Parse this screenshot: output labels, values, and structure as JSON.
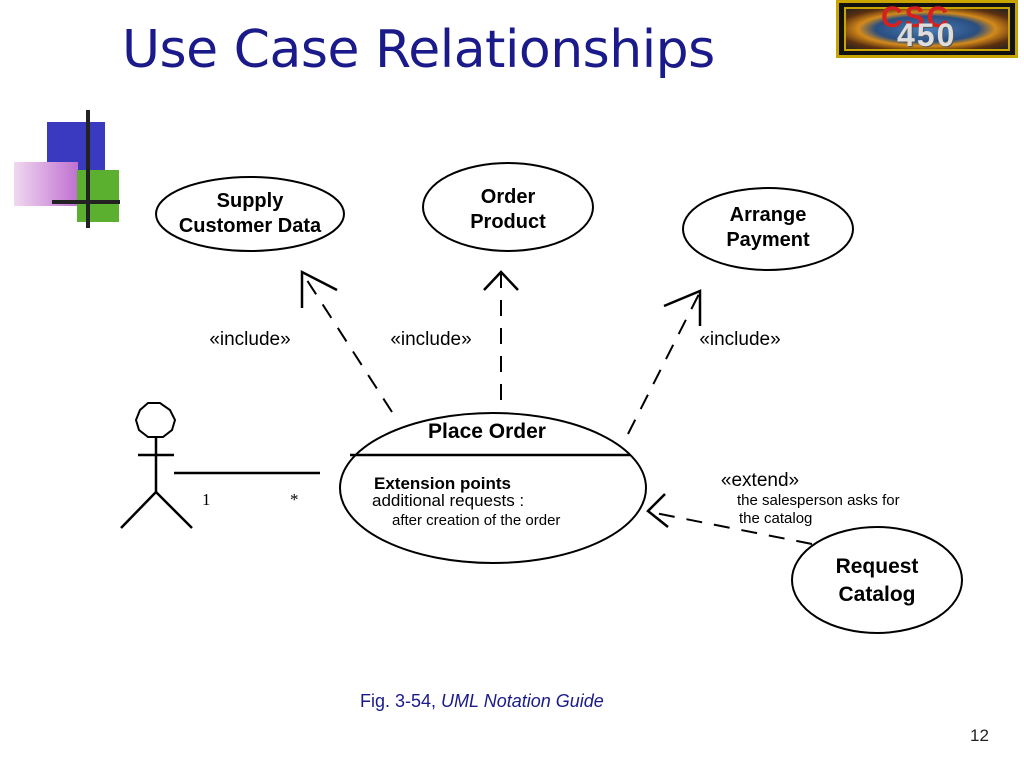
{
  "slide": {
    "title": "Use Case Relationships",
    "page_number": "12"
  },
  "logo": {
    "line1": "CSC",
    "line2": "450"
  },
  "diagram": {
    "use_cases": {
      "supply": [
        "Supply",
        "Customer Data"
      ],
      "order_product": [
        "Order",
        "Product"
      ],
      "arrange_payment": [
        "Arrange",
        "Payment"
      ],
      "place_order": {
        "name": "Place Order",
        "ext_heading": "Extension points",
        "ext_point": "additional requests :",
        "ext_condition": "after creation of the order"
      },
      "request_catalog": [
        "Request",
        "Catalog"
      ]
    },
    "stereotypes": {
      "include_left": "«include»",
      "include_center": "«include»",
      "include_right": "«include»",
      "extend": "«extend»"
    },
    "extend_condition": [
      "the salesperson asks for",
      "the catalog"
    ],
    "multiplicity": {
      "actor_end": "1",
      "usecase_end": "*"
    }
  },
  "caption": {
    "prefix": "Fig. 3-54, ",
    "source": "UML Notation Guide"
  }
}
